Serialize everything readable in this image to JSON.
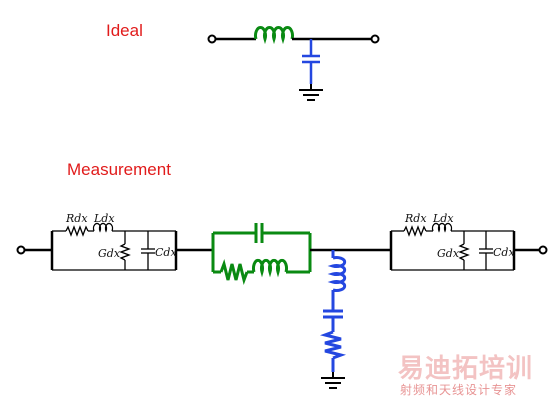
{
  "ideal": {
    "title": "Ideal"
  },
  "measurement": {
    "title": "Measurement",
    "left_block": {
      "r": "Rdx",
      "l": "Ldx",
      "g": "Gdx",
      "c": "Cdx"
    },
    "right_block": {
      "r": "Rdx",
      "l": "Ldx",
      "g": "Gdx",
      "c": "Cdx"
    }
  },
  "watermark": {
    "main": "易迪拓培训",
    "sub": "射频和天线设计专家"
  },
  "colors": {
    "wire": "#000000",
    "green": "#0a8a12",
    "blue": "#2447e0",
    "red": "#e11b1b"
  }
}
